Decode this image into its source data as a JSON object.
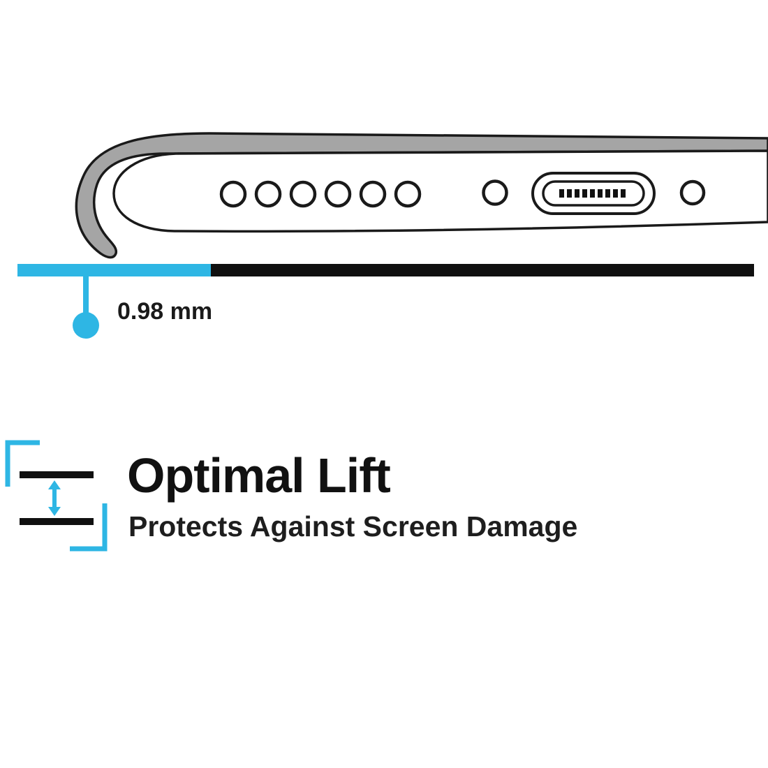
{
  "illustration": {
    "measurement_label": "0.98 mm",
    "icons": {
      "phone_bottom_illustration": "phone-bottom-edge-in-case-side-view",
      "lift_gap_icon": "double-headed-vertical-arrow-between-two-lines"
    }
  },
  "feature": {
    "title": "Optimal Lift",
    "subtitle": "Protects Against Screen Damage"
  },
  "colors": {
    "accent_cyan": "#2eb6e4",
    "case_gray": "#a5a5a5",
    "outline_black": "#1a1a1a",
    "bar_black": "#101010"
  }
}
